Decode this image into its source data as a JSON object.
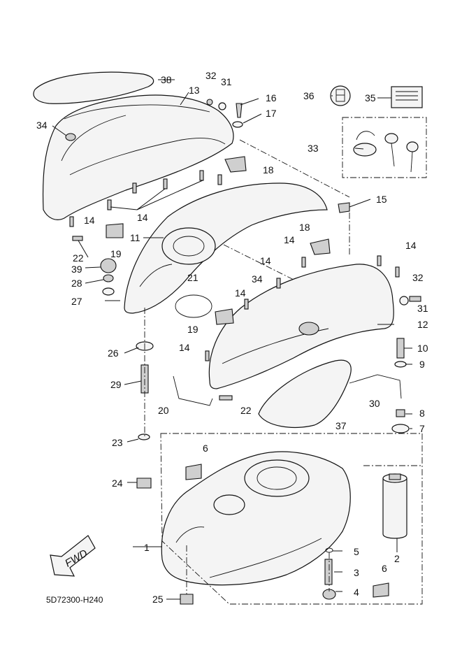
{
  "diagram_code": "5D72300-H240",
  "fwd_label": "FWD",
  "callouts": {
    "c1": "1",
    "c2": "2",
    "c3": "3",
    "c4": "4",
    "c5": "5",
    "c6a": "6",
    "c6b": "6",
    "c7": "7",
    "c8": "8",
    "c9": "9",
    "c10": "10",
    "c11": "11",
    "c12": "12",
    "c13": "13",
    "c14a": "14",
    "c14b": "14",
    "c14c": "14",
    "c14d": "14",
    "c14e": "14",
    "c14f": "14",
    "c15": "15",
    "c16": "16",
    "c17": "17",
    "c18a": "18",
    "c18b": "18",
    "c19a": "19",
    "c19b": "19",
    "c20": "20",
    "c21": "21",
    "c22a": "22",
    "c22b": "22",
    "c23": "23",
    "c24": "24",
    "c25": "25",
    "c26": "26",
    "c27": "27",
    "c28": "28",
    "c29": "29",
    "c30": "30",
    "c31a": "31",
    "c31b": "31",
    "c32a": "32",
    "c32b": "32",
    "c33": "33",
    "c34a": "34",
    "c34b": "34",
    "c35": "35",
    "c36": "36",
    "c37": "37",
    "c38": "38",
    "c39": "39"
  }
}
